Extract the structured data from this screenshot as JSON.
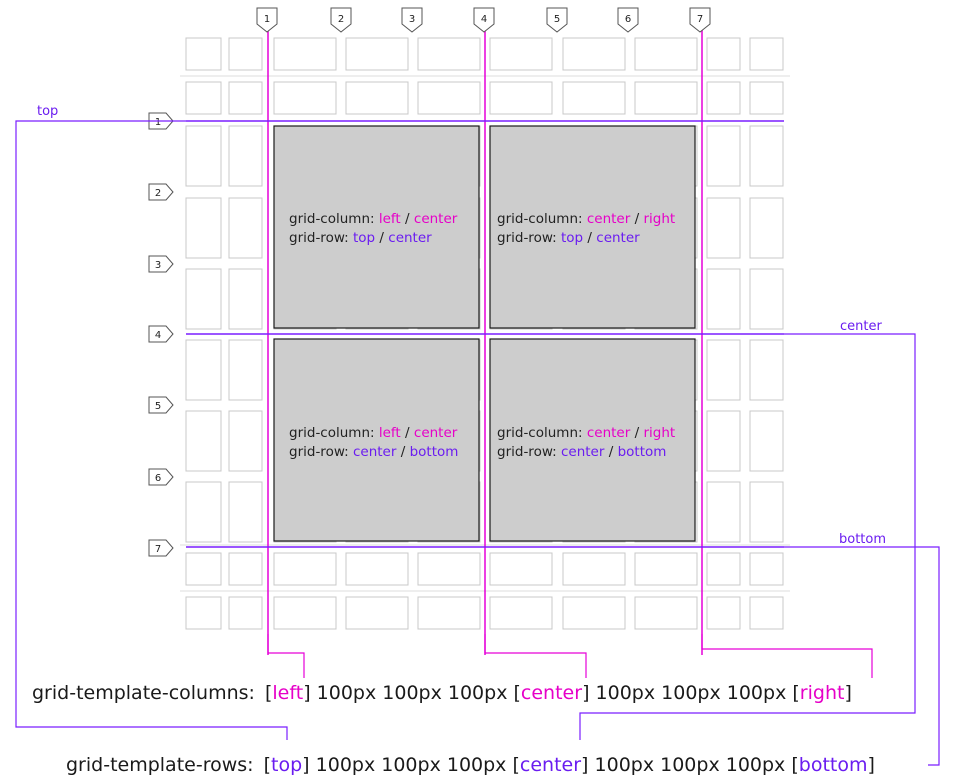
{
  "colors": {
    "column_line": "#e600d8",
    "row_line": "#7a1fff",
    "column_name": "#e600c8",
    "row_name": "#6a1cf0",
    "area_fill": "#cdcdcd",
    "text": "#1a1a1a"
  },
  "column_numbers": [
    "1",
    "2",
    "3",
    "4",
    "5",
    "6",
    "7"
  ],
  "row_numbers": [
    "1",
    "2",
    "3",
    "4",
    "5",
    "6",
    "7"
  ],
  "row_line_names": {
    "top": "top",
    "center": "center",
    "bottom": "bottom"
  },
  "areas": [
    {
      "column_prop": "grid-column:",
      "column_start": "left",
      "column_end": "center",
      "row_prop": "grid-row:",
      "row_start": "top",
      "row_end": "center"
    },
    {
      "column_prop": "grid-column:",
      "column_start": "center",
      "column_end": "right",
      "row_prop": "grid-row:",
      "row_start": "top",
      "row_end": "center"
    },
    {
      "column_prop": "grid-column:",
      "column_start": "left",
      "column_end": "center",
      "row_prop": "grid-row:",
      "row_start": "center",
      "row_end": "bottom"
    },
    {
      "column_prop": "grid-column:",
      "column_start": "center",
      "column_end": "right",
      "row_prop": "grid-row:",
      "row_start": "center",
      "row_end": "bottom"
    }
  ],
  "slash": "/",
  "template_columns": {
    "prop": "grid-template-columns:",
    "open": "[",
    "close": "]",
    "name1": "left",
    "name2": "center",
    "name3": "right",
    "tracks1": "100px 100px 100px",
    "tracks2": "100px 100px 100px"
  },
  "template_rows": {
    "prop": "grid-template-rows:",
    "open": "[",
    "close": "]",
    "name1": "top",
    "name2": "center",
    "name3": "bottom",
    "tracks1": "100px 100px 100px",
    "tracks2": "100px 100px 100px"
  }
}
